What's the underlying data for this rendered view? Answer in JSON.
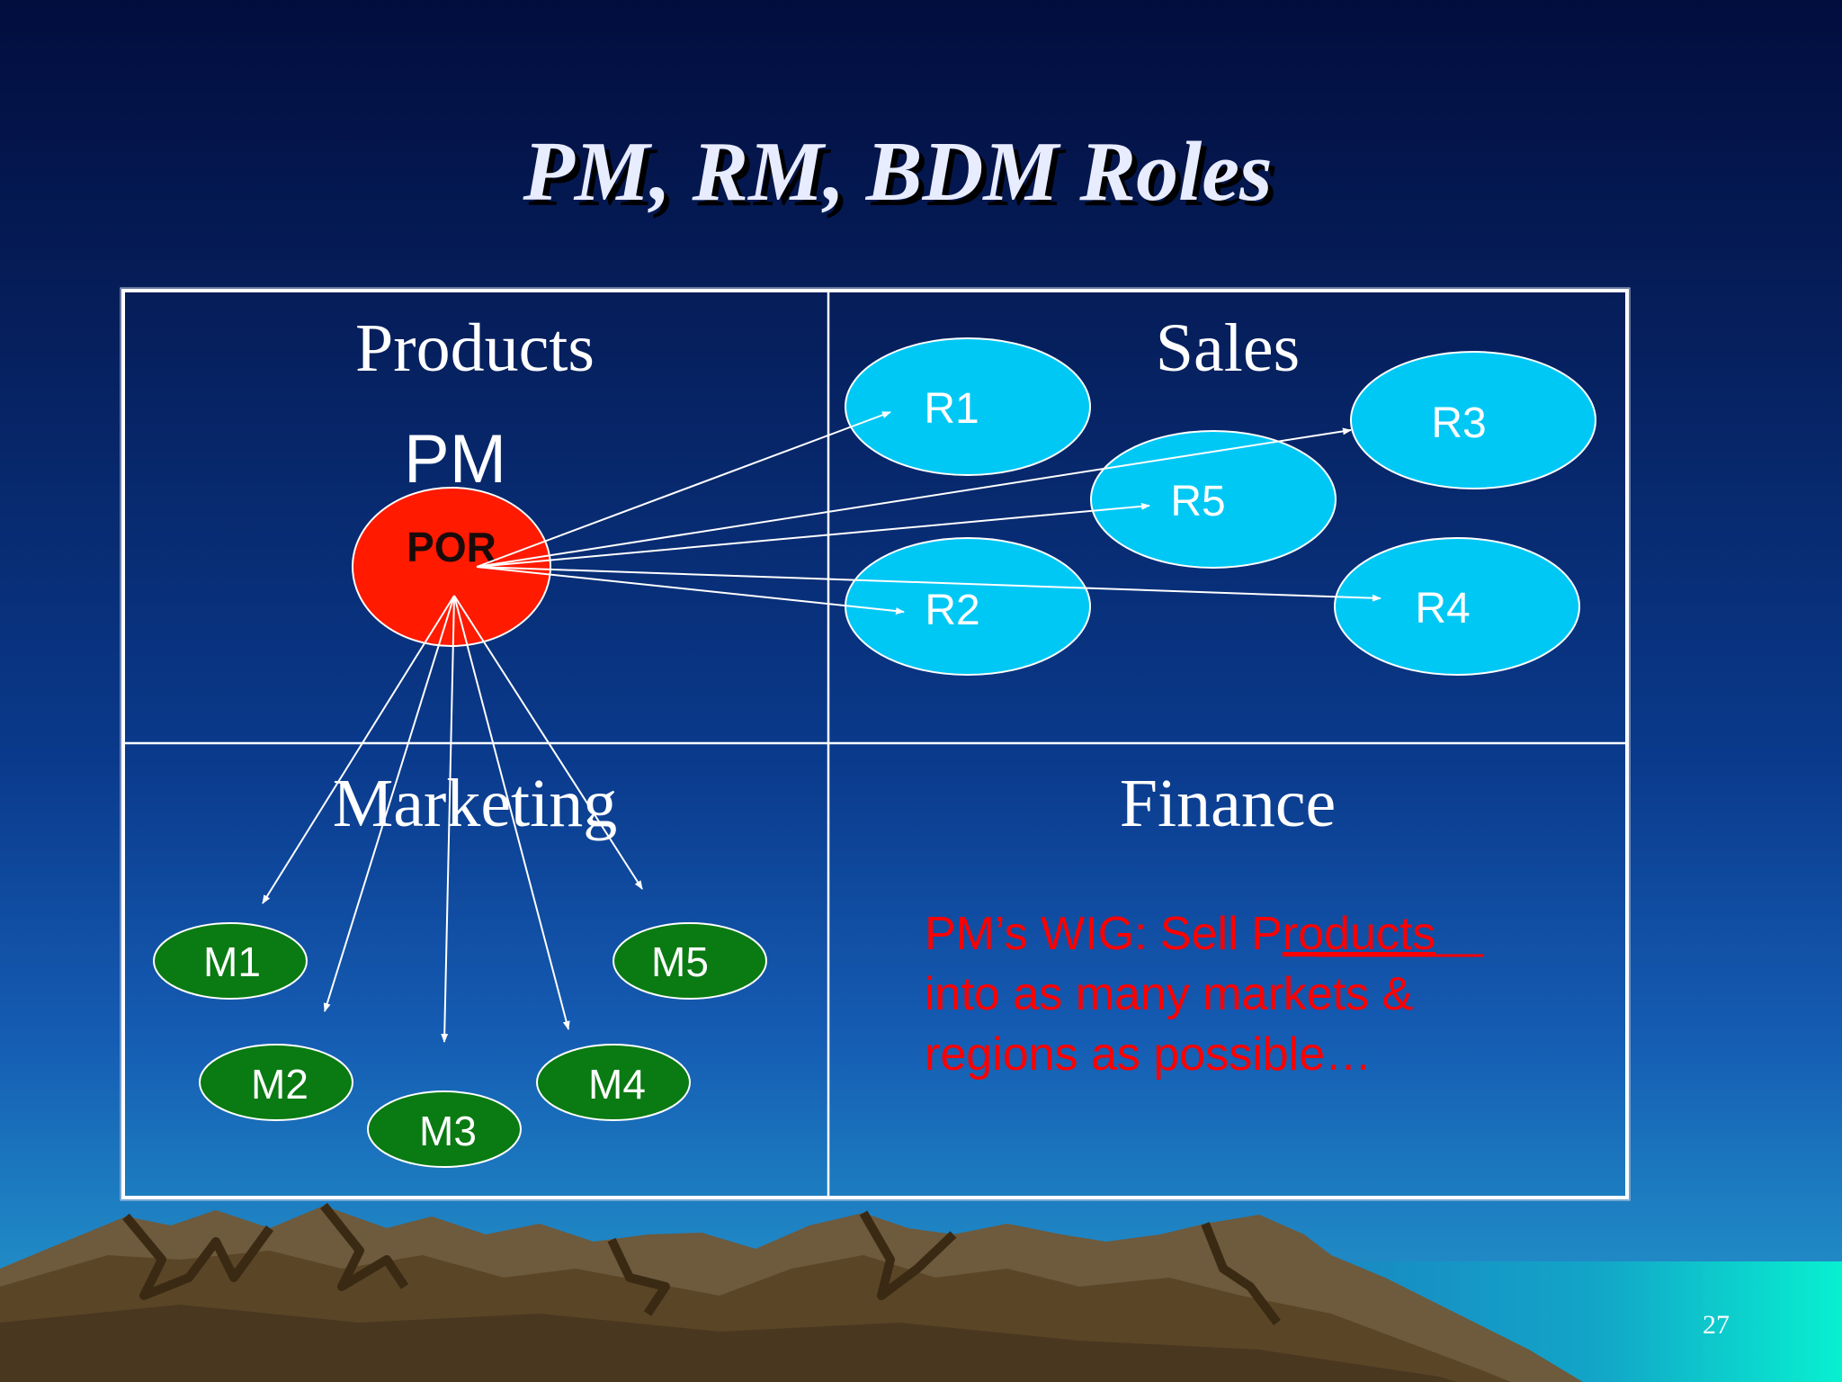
{
  "slide": {
    "title": "PM, RM, BDM Roles",
    "page_number": "27"
  },
  "quadrants": {
    "top_left": "Products",
    "top_right": "Sales",
    "bottom_left": "Marketing",
    "bottom_right": "Finance"
  },
  "pm_label": "PM",
  "center_node": {
    "label": "POR",
    "color": "#ff1a00"
  },
  "sales_nodes": [
    {
      "id": "r1",
      "label": "R1"
    },
    {
      "id": "r2",
      "label": "R2"
    },
    {
      "id": "r3",
      "label": "R3"
    },
    {
      "id": "r4",
      "label": "R4"
    },
    {
      "id": "r5",
      "label": "R5"
    }
  ],
  "marketing_nodes": [
    {
      "id": "m1",
      "label": "M1"
    },
    {
      "id": "m2",
      "label": "M2"
    },
    {
      "id": "m3",
      "label": "M3"
    },
    {
      "id": "m4",
      "label": "M4"
    },
    {
      "id": "m5",
      "label": "M5"
    }
  ],
  "wig": {
    "line1_prefix": "PM’s WIG: Sell P",
    "line1_underlined": "roducts",
    "line2": "into as many markets &",
    "line3": "regions as possible…"
  },
  "colors": {
    "sales_node": "#00c8f5",
    "marketing_node": "#0a7a12",
    "wig_text": "#ff0000"
  }
}
